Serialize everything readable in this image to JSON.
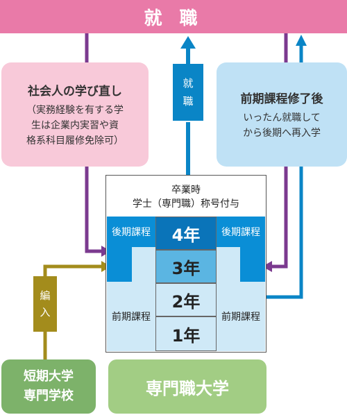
{
  "top_label": "就 職",
  "adult_box": {
    "title": "社会人の学び直し",
    "lines": [
      "（実務経験を有する学",
      "生は企業内実習や資",
      "格系科目履修免除可）"
    ]
  },
  "first_term_box": {
    "title": "前期課程修了後",
    "lines": [
      "いったん就職して",
      "から後期へ再入学"
    ]
  },
  "employment_arrow_label": [
    "就",
    "職"
  ],
  "school": {
    "header_lines": [
      "卒業時",
      "学士（専門職）称号付与"
    ],
    "later_term_left": "後期課程",
    "later_term_right": "後期課程",
    "earlier_term_left": "前期課程",
    "earlier_term_right": "前期課程",
    "years": [
      "4年",
      "3年",
      "2年",
      "1年"
    ]
  },
  "transfer_label": [
    "編",
    "入"
  ],
  "junior_box_lines": [
    "短期大学",
    "専門学校"
  ],
  "prof_university": "専門職大学",
  "colors": {
    "pink": "#e97aa8",
    "light_pink": "#f8c9d9",
    "purple_arrow": "#7b3a8f",
    "blue": "#0a8ed6",
    "light_blue": "#cfe9f7",
    "olive": "#a38c1c",
    "green": "#7db26a",
    "light_green": "#a2cd84"
  }
}
